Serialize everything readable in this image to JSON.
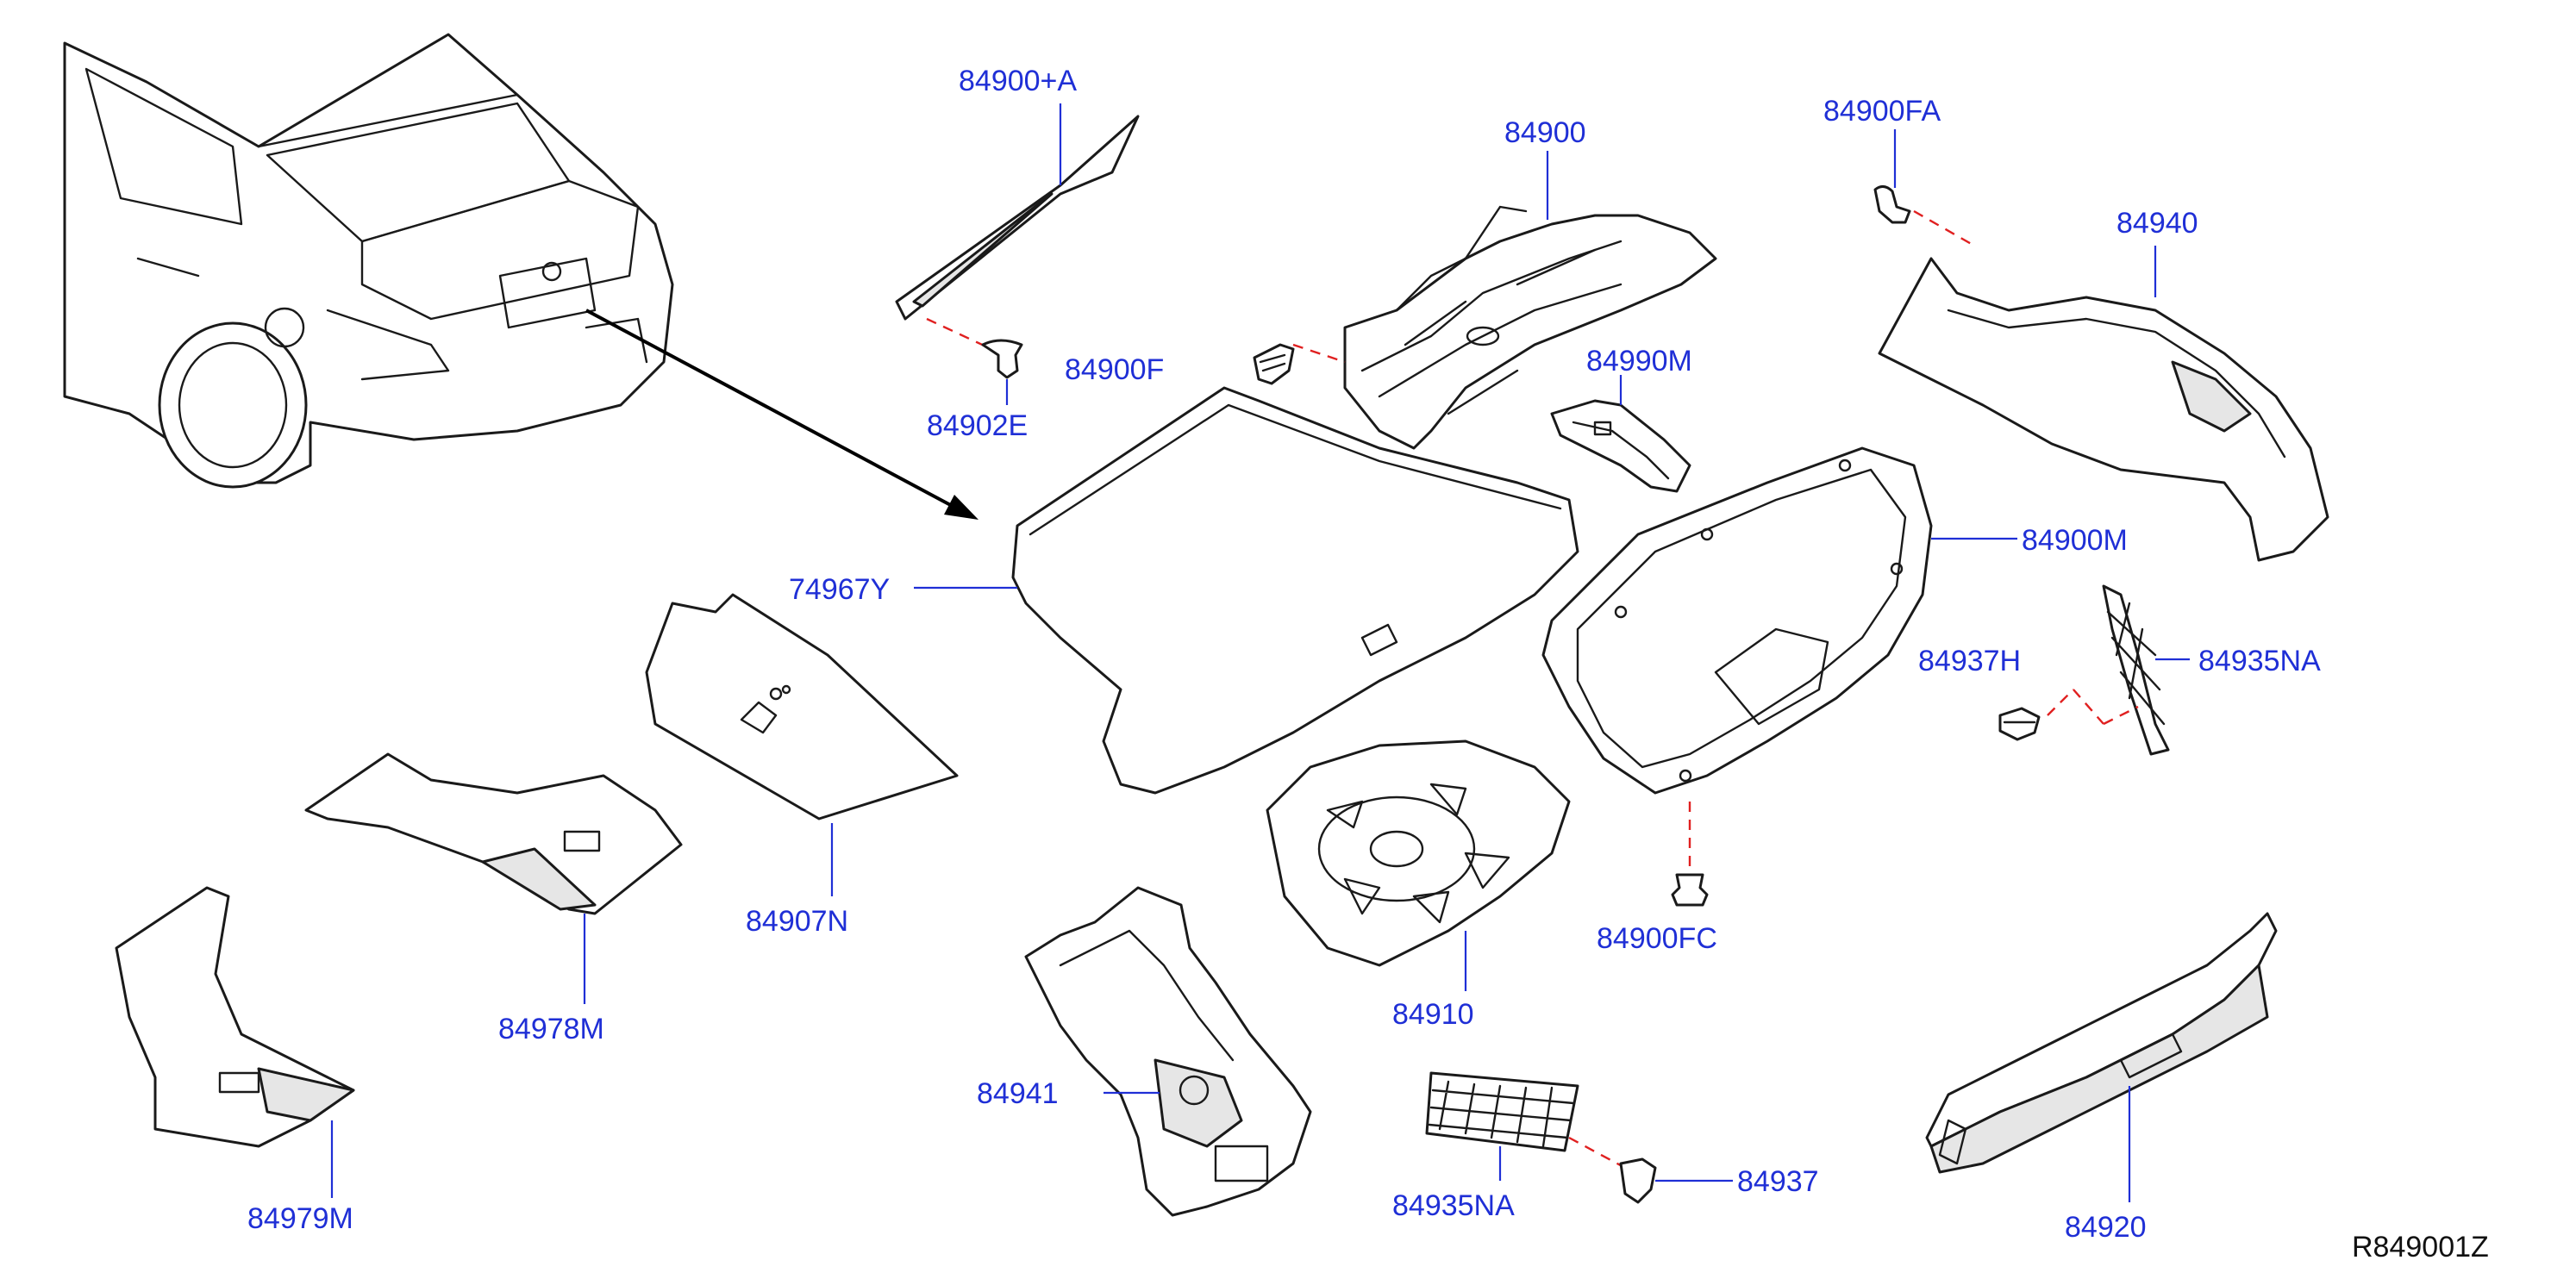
{
  "colors": {
    "label": "#1f2fd6",
    "line": "#1a1a1a",
    "dashed": "#e02020"
  },
  "labels": {
    "p84900A": "84900+A",
    "p84900": "84900",
    "p84900FA": "84900FA",
    "p84940": "84940",
    "p84900F": "84900F",
    "p84990M": "84990M",
    "p84902E": "84902E",
    "p84900M": "84900M",
    "p74967Y": "74967Y",
    "p84937H": "84937H",
    "p84935NA_right": "84935NA",
    "p84907N": "84907N",
    "p84900FC": "84900FC",
    "p84978M": "84978M",
    "p84910": "84910",
    "p84941": "84941",
    "p84937": "84937",
    "p84979M": "84979M",
    "p84935NA": "84935NA",
    "p84920": "84920"
  },
  "figure_ref": "R849001Z"
}
